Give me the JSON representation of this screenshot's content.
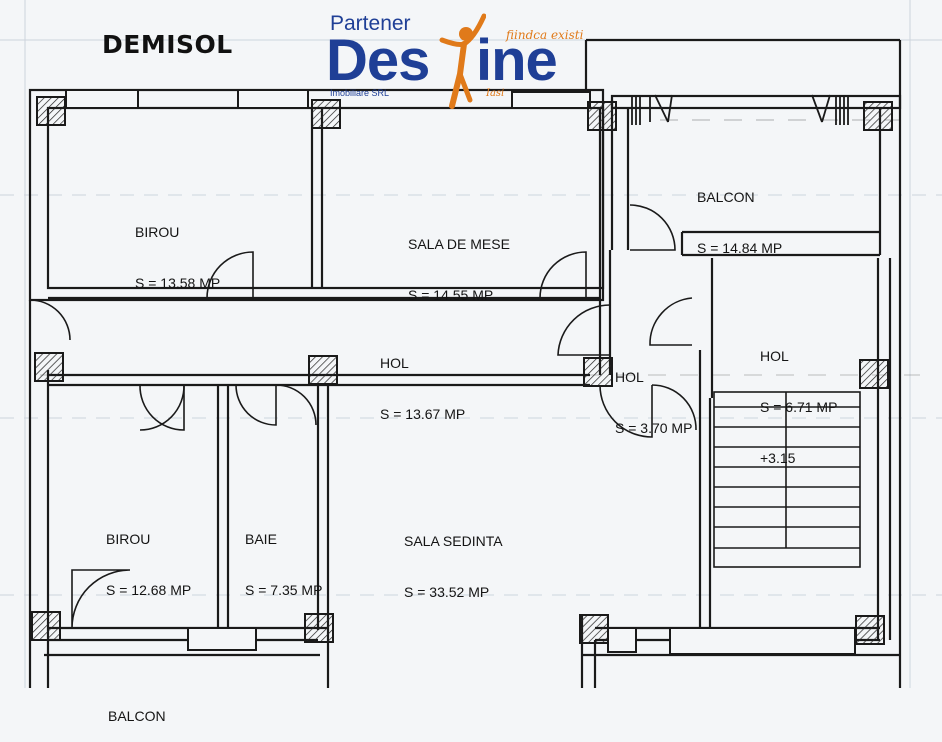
{
  "title": "DEMISOL",
  "logo": {
    "top_text": "Partener",
    "brand_left": "Des",
    "brand_right": "ine",
    "slogan": "fiindca existi",
    "sub_text": "Imobiliare SRL",
    "city": "Iasi"
  },
  "rooms": {
    "birou_top": {
      "name": "BIROU",
      "area": "S = 13.58 MP"
    },
    "sala_mese": {
      "name": "SALA DE MESE",
      "area": "S = 14.55 MP"
    },
    "balcon_top": {
      "name": "BALCON",
      "area": "S = 14.84 MP"
    },
    "hol_main": {
      "name": "HOL",
      "area": "S = 13.67 MP"
    },
    "hol_small": {
      "name": "HOL",
      "area": "S = 3.70 MP"
    },
    "hol_right": {
      "name": "HOL",
      "area": "S = 6.71 MP",
      "extra": "+3.15"
    },
    "birou_bottom": {
      "name": "BIROU",
      "area": "S = 12.68 MP"
    },
    "baie": {
      "name": "BAIE",
      "area": "S = 7.35 MP"
    },
    "sala_sedinta": {
      "name": "SALA SEDINTA",
      "area": "S = 33.52 MP"
    },
    "balcon_bottom": {
      "name": "BALCON"
    }
  },
  "colors": {
    "wall": "#1a1a1a",
    "brand_blue": "#1f3f96",
    "brand_orange": "#e07a1a",
    "paper": "#f4f6f8"
  }
}
